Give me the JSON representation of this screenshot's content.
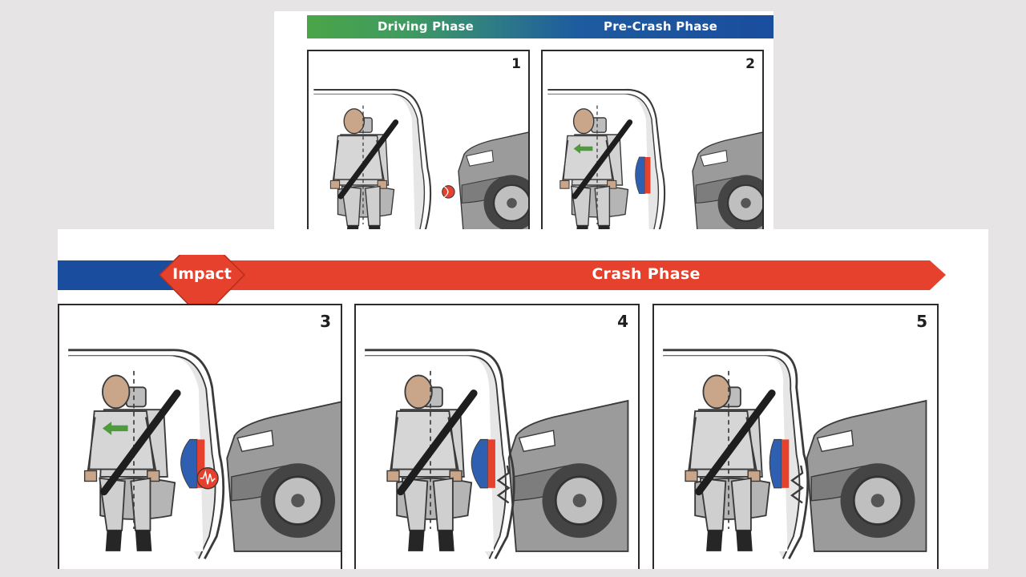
{
  "phases": {
    "driving": "Driving Phase",
    "pre_crash": "Pre-Crash Phase",
    "impact": "Impact",
    "crash": "Crash Phase"
  },
  "panels": [
    {
      "number": "1",
      "occupant_motion": "none",
      "airbag": "none",
      "sensor": "radar",
      "vehicle": "approaching",
      "intrusion": "none"
    },
    {
      "number": "2",
      "occupant_motion": "inboard",
      "airbag": "deploying",
      "sensor": "none",
      "vehicle": "approaching",
      "intrusion": "none"
    },
    {
      "number": "3",
      "occupant_motion": "inboard",
      "airbag": "deployed",
      "sensor": "impact",
      "vehicle": "contact",
      "intrusion": "none"
    },
    {
      "number": "4",
      "occupant_motion": "none",
      "airbag": "deployed",
      "sensor": "none",
      "vehicle": "intruding",
      "intrusion": "moderate"
    },
    {
      "number": "5",
      "occupant_motion": "none",
      "airbag": "compressed",
      "sensor": "none",
      "vehicle": "intruding",
      "intrusion": "strong"
    }
  ],
  "colors": {
    "driving": "#4aa548",
    "pre_crash": "#1a4d9e",
    "crash": "#e5412d",
    "airbag_blue": "#2f5fb0",
    "airbag_red": "#e5412d",
    "arrow_green": "#4f9a3c",
    "skin": "#c9a68a",
    "body_gray": "#d6d6d6"
  },
  "icons": [
    "direction-arrow-icon",
    "radar-sensor-icon",
    "impact-sensor-icon"
  ]
}
